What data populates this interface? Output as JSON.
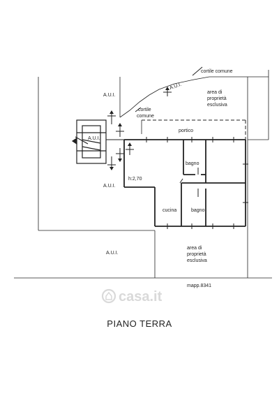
{
  "labels": {
    "auu_1": "A.U.I.",
    "auu_2": "A.U.I.",
    "auu_3": "A.U.I.",
    "auu_4": "A.U.I.",
    "auu_5": "A.U.I.",
    "cortile_comune_top": "cortile comune",
    "cortile_comune_mid_line1": "cortile",
    "cortile_comune_mid_line2": "comune",
    "area_esclusiva_top_line1": "area di",
    "area_esclusiva_top_line2": "proprietà",
    "area_esclusiva_top_line3": "esclusiva",
    "area_esclusiva_bottom_line1": "area di",
    "area_esclusiva_bottom_line2": "proprietà",
    "area_esclusiva_bottom_line3": "esclusiva",
    "portico": "portico",
    "bagno_1": "bagno",
    "bagno_2": "bagno",
    "cucina": "cucina",
    "height": "h:2,70",
    "mapp": "mapp.8341"
  },
  "watermark": "casa.it",
  "title": "PIANO TERRA",
  "colors": {
    "line": "#222222",
    "watermark": "#d9d9d9"
  }
}
